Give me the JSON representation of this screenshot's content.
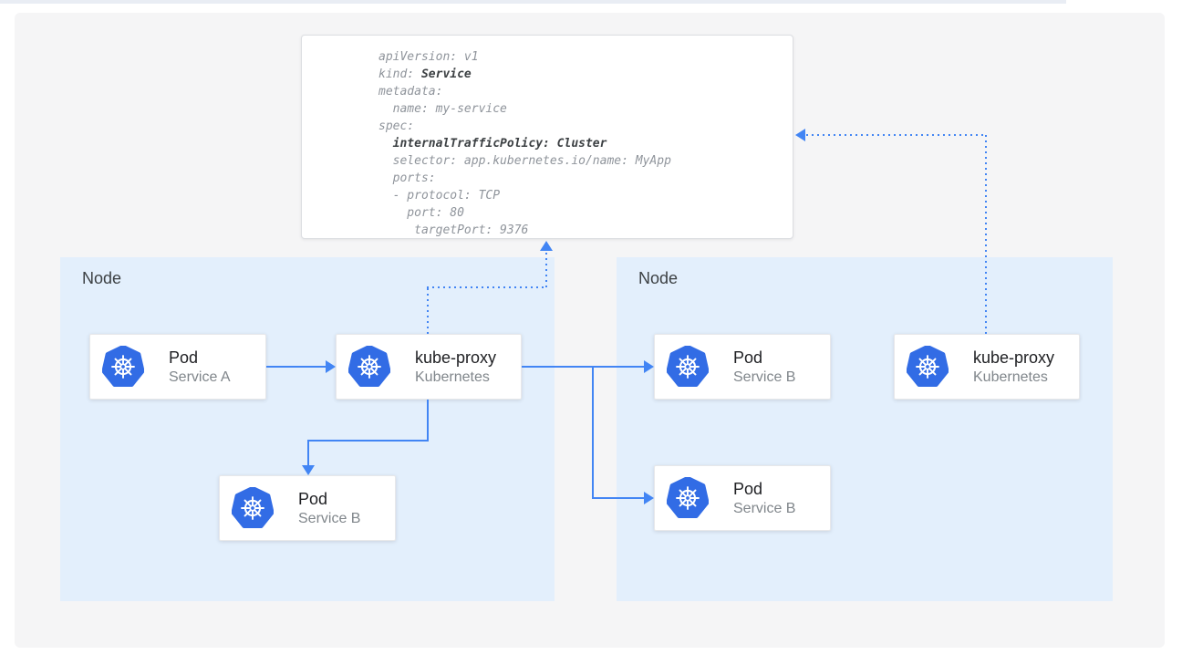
{
  "colors": {
    "arrow_blue": "#4285f4",
    "kubernetes_blue": "#326ce5",
    "node_background": "#e3effc",
    "panel_background": "#f5f5f6"
  },
  "yaml_box": {
    "lines": [
      [
        {
          "t": "apiVersion: v1"
        }
      ],
      [
        {
          "t": "kind: "
        },
        {
          "t": "Service",
          "b": true
        }
      ],
      [
        {
          "t": "metadata:"
        }
      ],
      [
        {
          "t": "  name: my-service"
        }
      ],
      [
        {
          "t": "spec:"
        }
      ],
      [
        {
          "t": "  "
        },
        {
          "t": "internalTrafficPolicy: Cluster",
          "b": true
        }
      ],
      [
        {
          "t": "  selector: app.kubernetes.io/name: MyApp"
        }
      ],
      [
        {
          "t": "  ports:"
        }
      ],
      [
        {
          "t": "  - protocol: TCP"
        }
      ],
      [
        {
          "t": "    port: 80"
        }
      ],
      [
        {
          "t": "     targetPort: 9376"
        }
      ]
    ]
  },
  "nodes": [
    {
      "label": "Node"
    },
    {
      "label": "Node"
    }
  ],
  "cards": [
    {
      "title": "Pod",
      "subtitle": "Service A",
      "icon": "kubernetes-logo"
    },
    {
      "title": "kube-proxy",
      "subtitle": "Kubernetes",
      "icon": "kubernetes-logo"
    },
    {
      "title": "Pod",
      "subtitle": "Service B",
      "icon": "kubernetes-logo"
    },
    {
      "title": "Pod",
      "subtitle": "Service B",
      "icon": "kubernetes-logo"
    },
    {
      "title": "Pod",
      "subtitle": "Service B",
      "icon": "kubernetes-logo"
    },
    {
      "title": "kube-proxy",
      "subtitle": "Kubernetes",
      "icon": "kubernetes-logo"
    }
  ]
}
